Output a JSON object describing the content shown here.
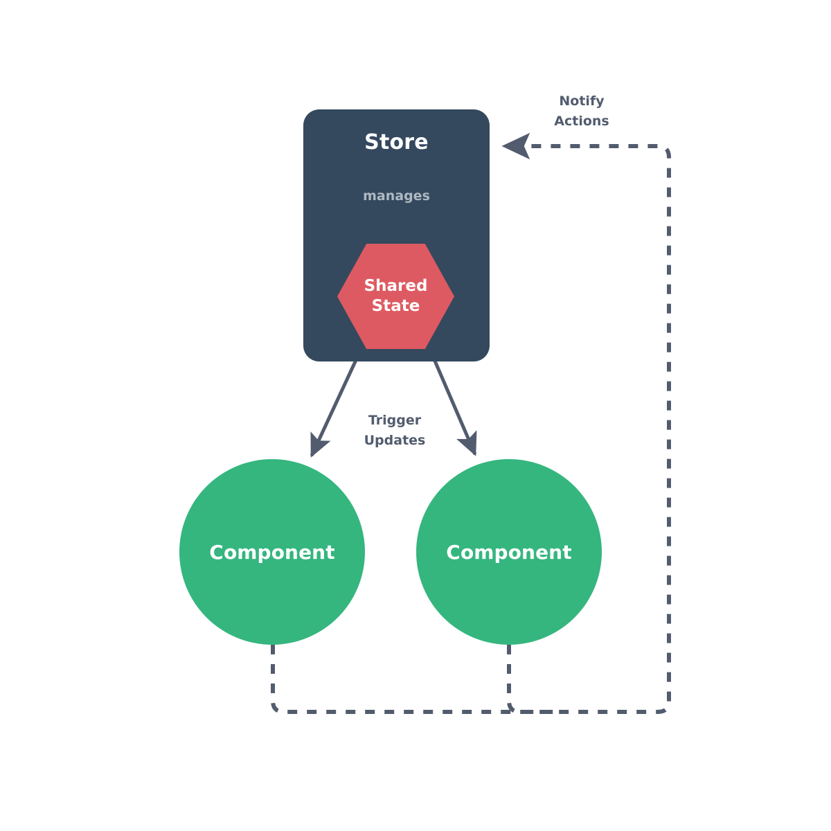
{
  "diagram": {
    "title": "Store / Shared State / Components flow",
    "background": "#ffffff",
    "colors": {
      "store_fill": "#34495E",
      "shared_state_fill": "#DE5A62",
      "component_fill": "#35B67F",
      "node_text": "#ffffff",
      "edge_label_text": "#525C6E",
      "solid_arrow": "#525C6E",
      "manages_arrow": "#AFB9C3",
      "dashed_edge": "#525C6E"
    }
  },
  "nodes": {
    "store": {
      "label": "Store",
      "shape": "rounded-rectangle",
      "fill": "#34495E"
    },
    "shared_state": {
      "label": "Shared\nState",
      "shape": "hexagon",
      "fill": "#DE5A62"
    },
    "component_left": {
      "label": "Component",
      "shape": "circle",
      "fill": "#35B67F"
    },
    "component_right": {
      "label": "Component",
      "shape": "circle",
      "fill": "#35B67F"
    }
  },
  "edges": {
    "manages": {
      "label": "manages",
      "from": "store",
      "to": "shared_state",
      "style": "solid",
      "arrow": "down",
      "color": "#AFB9C3"
    },
    "trigger_updates": {
      "label": "Trigger\nUpdates",
      "from": "shared_state",
      "to": "components",
      "style": "solid",
      "arrow": "down",
      "color": "#525C6E"
    },
    "notify_actions": {
      "label": "Notify\nActions",
      "from": "components",
      "to": "store",
      "style": "dashed",
      "arrow": "left",
      "color": "#525C6E"
    }
  }
}
